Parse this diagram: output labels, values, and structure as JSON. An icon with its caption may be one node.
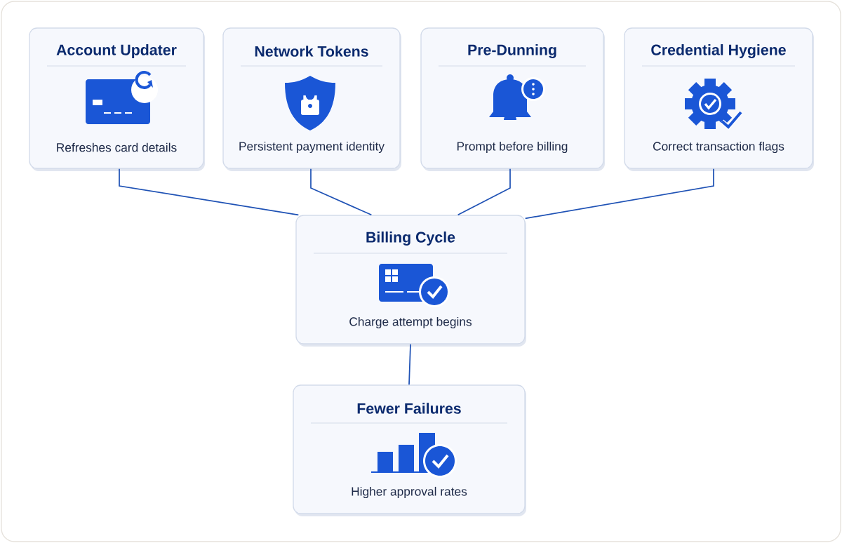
{
  "diagram": {
    "nodes": [
      {
        "text": [
          "Account Updater",
          "Refreshes card details"
        ]
      },
      {
        "text": [
          "Network Tokens",
          "Persistent payment identity"
        ]
      },
      {
        "text": [
          "Pre-Dunning",
          "Prompt before billing"
        ]
      },
      {
        "text": [
          "Credential Hygiene",
          "Correct transaction flags"
        ]
      },
      {
        "text": [
          "Billing Cycle",
          "Charge attempt begins"
        ]
      },
      {
        "text": [
          "Fewer Failures",
          "Higher approval rates"
        ]
      }
    ],
    "edges": [
      {
        "from": 0,
        "to": 4,
        "arrow": "none"
      },
      {
        "from": 1,
        "to": 4,
        "arrow": "none"
      },
      {
        "from": 2,
        "to": 4,
        "arrow": "none"
      },
      {
        "from": 3,
        "to": 4,
        "arrow": "none"
      },
      {
        "from": 4,
        "to": 5,
        "arrow": "none"
      }
    ]
  }
}
